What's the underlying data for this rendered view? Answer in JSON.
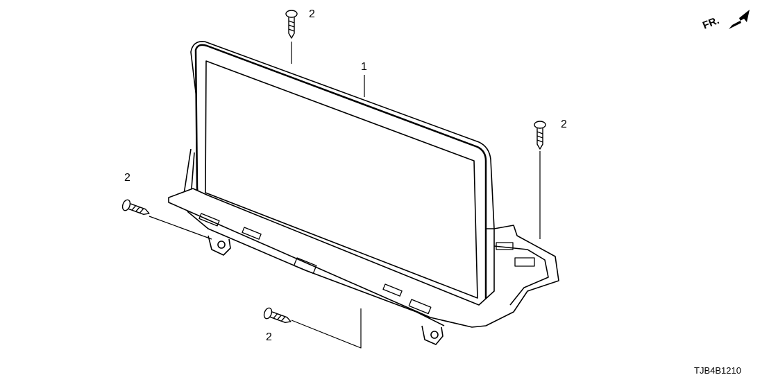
{
  "diagram": {
    "part_labels": {
      "display": "1",
      "screw_top": "2",
      "screw_right": "2",
      "screw_left": "2",
      "screw_bottom": "2"
    },
    "direction_label": "FR.",
    "diagram_code": "TJB4B1210",
    "line_color": "#000000",
    "background": "#ffffff"
  }
}
